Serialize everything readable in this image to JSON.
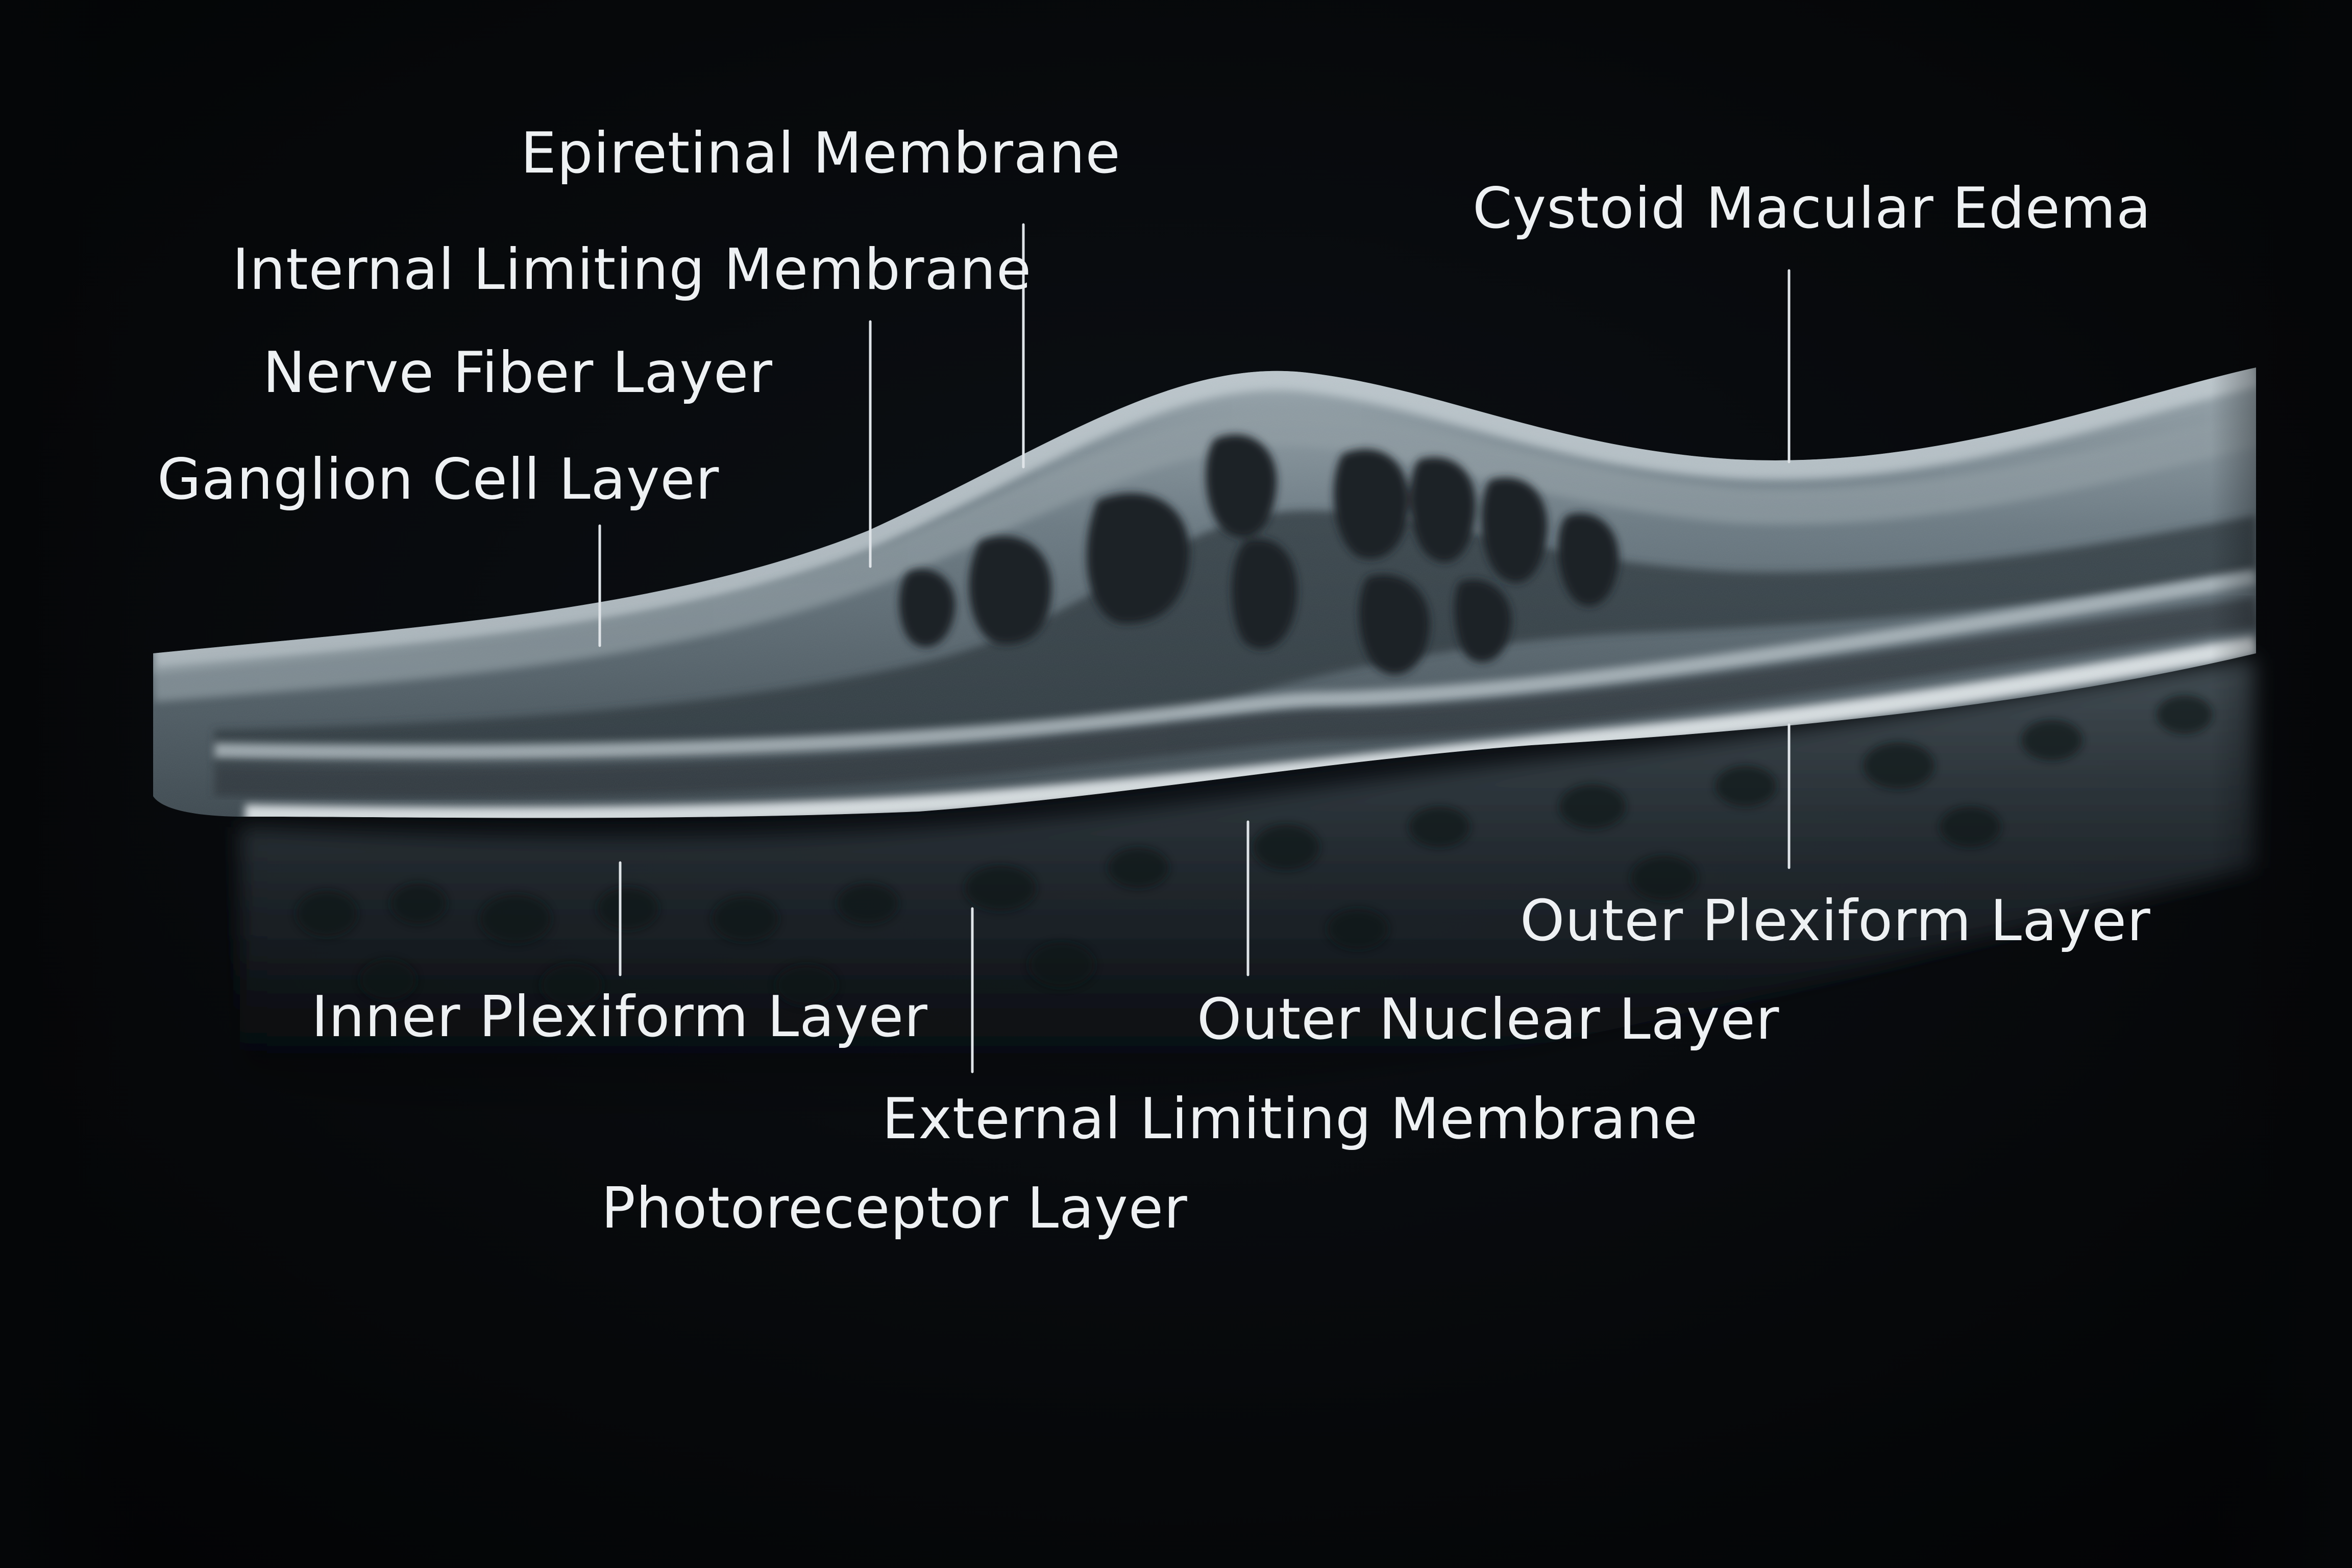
{
  "labels": {
    "epiretinal_membrane": "Epiretinal Membrane",
    "cystoid_macular_edema": "Cystoid Macular Edema",
    "internal_limiting_membrane": "Internal Limiting Membrane",
    "nerve_fiber_layer": "Nerve Fiber Layer",
    "ganglion_cell_layer": "Ganglion Cell Layer",
    "outer_plexiform_layer": "Outer Plexiform Layer",
    "inner_plexiform_layer": "Inner Plexiform Layer",
    "outer_nuclear_layer": "Outer Nuclear Layer",
    "external_limiting_membrane": "External Limiting Membrane",
    "photoreceptor_layer": "Photoreceptor Layer"
  },
  "colors": {
    "background": "#050608",
    "tissue": "#6f7f88",
    "cyst": "#1c2328",
    "label": "#eef1f3"
  }
}
